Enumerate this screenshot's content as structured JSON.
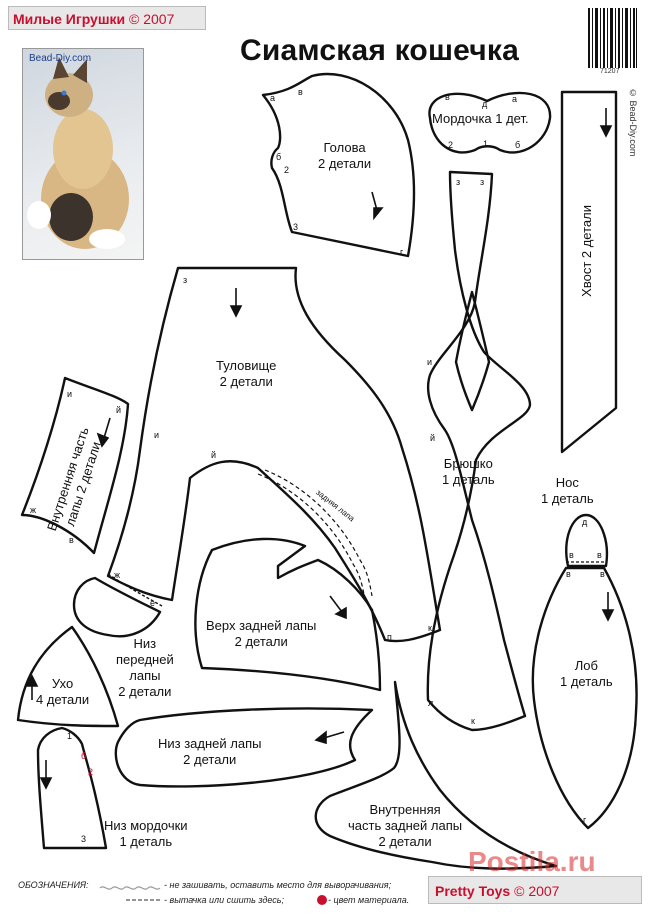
{
  "header": {
    "brand": "Милые Игрушки",
    "brand_year": "© 2007",
    "title": "Сиамская кошечка",
    "site": "Bead-Diy.com",
    "barcode_number": "71207",
    "vertical_credit": "© Bead-Diy.com"
  },
  "pieces": {
    "head": "Голова\n2 детали",
    "muzzle": "Мордочка 1 дет.",
    "tail": "Хвост 2 детали",
    "body": "Туловище\n2 детали",
    "inner_front_leg": "Внутренняя часть\nлапы 2 детали",
    "belly": "Брюшко\n1 деталь",
    "nose": "Нос\n1 деталь",
    "dart": "задняя лапа",
    "hind_leg_top": "Верх задней лапы\n2 детали",
    "front_leg_bottom": "Низ\nпередней\nлапы\n2 детали",
    "forehead": "Лоб\n1 деталь",
    "ear": "Ухо\n4 детали",
    "hind_leg_bottom": "Низ задней лапы\n2 детали",
    "muzzle_bottom": "Низ мордочки\n1 деталь",
    "inner_hind_leg": "Внутренняя\nчасть задней лапы\n2 детали"
  },
  "markers": {
    "a": "а",
    "b": "б",
    "v": "в",
    "g": "г",
    "d": "д",
    "e": "е",
    "zh": "ж",
    "z": "з",
    "i": "и",
    "y": "й",
    "k": "к",
    "l": "л",
    "p": "п",
    "n1": "1",
    "n2": "2",
    "n3": "3"
  },
  "legend": {
    "title": "ОБОЗНАЧЕНИЯ:",
    "item1": "- не зашивать, оставить место  для выворачивания;",
    "item2": "- вытачка или сшить здесь;",
    "item3": "- цвет материала."
  },
  "footer": {
    "brand": "Pretty Toys",
    "brand_year": "© 2007",
    "watermark": "Postila.ru"
  },
  "colors": {
    "brand_red": "#c8102e",
    "outline": "#111111"
  }
}
